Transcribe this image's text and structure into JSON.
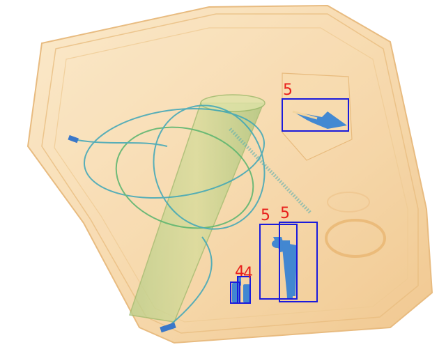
{
  "image": {
    "subject": "x-ray-scan-of-tray",
    "colors": {
      "tray": "#f3c98b",
      "tray_shadow": "#e9b774",
      "tube": "#58b46e",
      "cable": "#3ca6b8",
      "object_blue": "#2f7fd6",
      "box": "#1a1adc",
      "label": "#e8201c"
    }
  },
  "detections": [
    {
      "label": "5"
    },
    {
      "label": "5"
    },
    {
      "label": "5"
    },
    {
      "label": "4"
    },
    {
      "label": "4"
    }
  ]
}
